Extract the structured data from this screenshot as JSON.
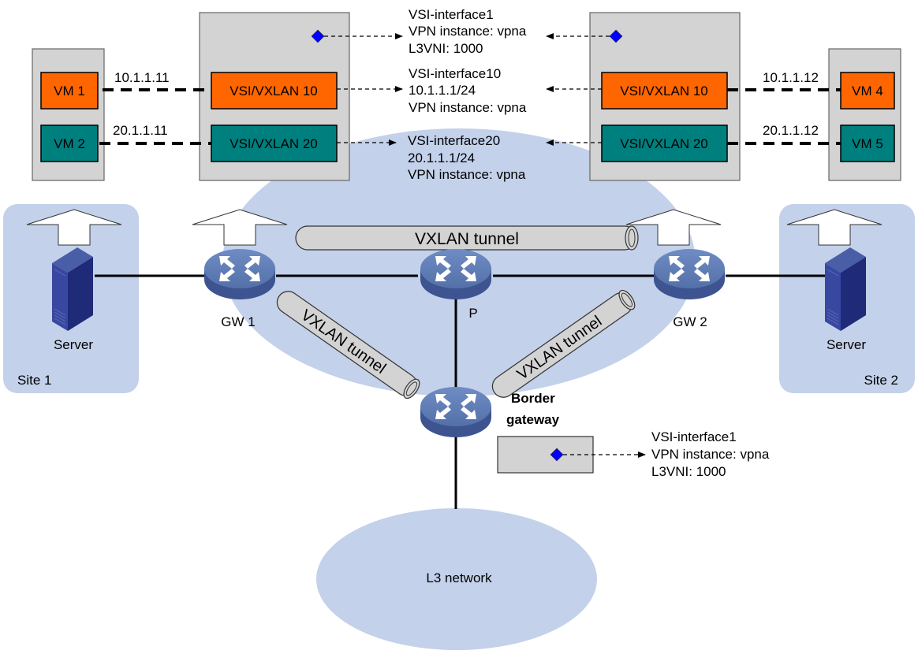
{
  "colors": {
    "cloud": "#c3d1ea",
    "box_gray": "#d3d3d3",
    "box_border": "#666666",
    "vxlan10": "#ff6600",
    "vxlan20": "#007f7f",
    "diamond": "#0000ff",
    "device_blue": "#5470a8",
    "server_blue": "#2c3a8a"
  },
  "sites": {
    "site1": "Site 1",
    "site2": "Site 2"
  },
  "servers": {
    "left": "Server",
    "right": "Server"
  },
  "devices": {
    "gw1": "GW 1",
    "gw2": "GW 2",
    "p": "P",
    "border_line1": "Border",
    "border_line2": "gateway"
  },
  "tunnels": {
    "top": "VXLAN tunnel",
    "left": "VXLAN tunnel",
    "right": "VXLAN tunnel"
  },
  "vms": {
    "vm1": "VM 1",
    "vm2": "VM 2",
    "vm4": "VM 4",
    "vm5": "VM 5"
  },
  "vsi": {
    "gw1_v10": "VSI/VXLAN 10",
    "gw1_v20": "VSI/VXLAN 20",
    "gw2_v10": "VSI/VXLAN 10",
    "gw2_v20": "VSI/VXLAN 20"
  },
  "ips": {
    "vm1": "10.1.1.11",
    "vm2": "20.1.1.11",
    "vm4": "10.1.1.12",
    "vm5": "20.1.1.12"
  },
  "interfaces": {
    "vsi1": [
      "VSI-interface1",
      "VPN instance: vpna",
      "L3VNI: 1000"
    ],
    "vsi10": [
      "VSI-interface10",
      "10.1.1.1/24",
      "VPN instance: vpna"
    ],
    "vsi20": [
      "VSI-interface20",
      "20.1.1.1/24",
      "VPN instance: vpna"
    ],
    "border_vsi1": [
      "VSI-interface1",
      "VPN instance: vpna",
      "L3VNI: 1000"
    ]
  },
  "networks": {
    "l3": "L3 network"
  }
}
